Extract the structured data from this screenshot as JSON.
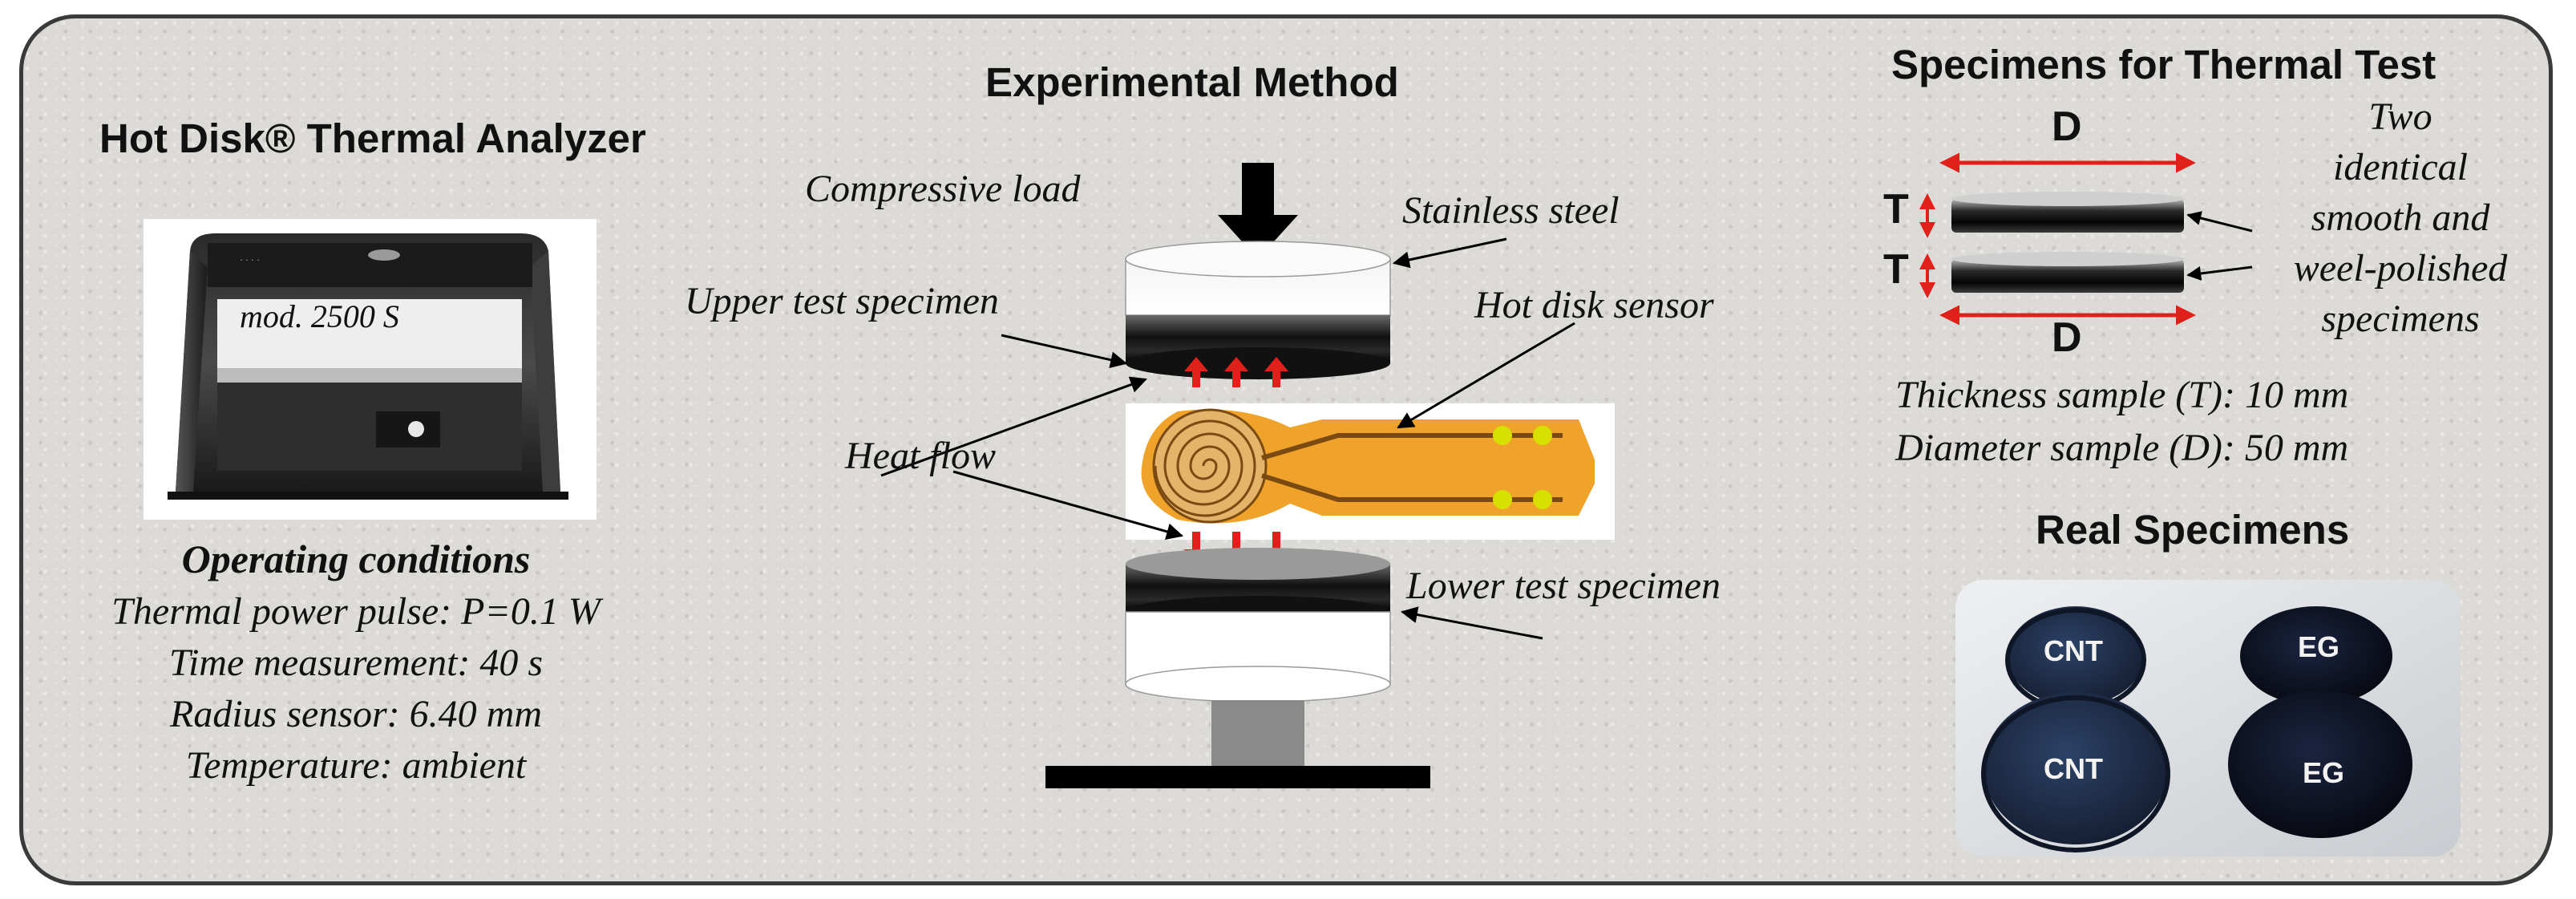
{
  "left": {
    "title": "Hot Disk® Thermal Analyzer",
    "device_model": "mod. 2500 S",
    "conditions_heading": "Operating conditions",
    "conditions": [
      "Thermal power pulse: P=0.1 W",
      "Time measurement: 40 s",
      "Radius sensor: 6.40  mm",
      "Temperature: ambient"
    ]
  },
  "middle": {
    "title": "Experimental Method",
    "labels": {
      "compressive_load": "Compressive load",
      "stainless_steel": "Stainless steel",
      "upper_specimen": "Upper test specimen",
      "hot_disk_sensor": "Hot disk sensor",
      "heat_flow": "Heat flow",
      "lower_specimen": "Lower test specimen"
    }
  },
  "right": {
    "title": "Specimens for Thermal Test",
    "dim_D": "D",
    "dim_T": "T",
    "note_lines": [
      "Two",
      "identical",
      "smooth and",
      "weel-polished",
      "specimens"
    ],
    "thickness": "Thickness sample (T): 10 mm",
    "diameter": "Diameter sample (D): 50 mm",
    "real_title": "Real Specimens",
    "specimen_labels": [
      "CNT",
      "CNT",
      "EG",
      "EG"
    ]
  },
  "colors": {
    "border": "#3a3a3a",
    "background": "#dcdad6",
    "arrow_red": "#e0201b",
    "sensor_orange": "#f0a32a",
    "sensor_dark": "#7a4a10",
    "specimen_blue": "#1c2a44"
  }
}
